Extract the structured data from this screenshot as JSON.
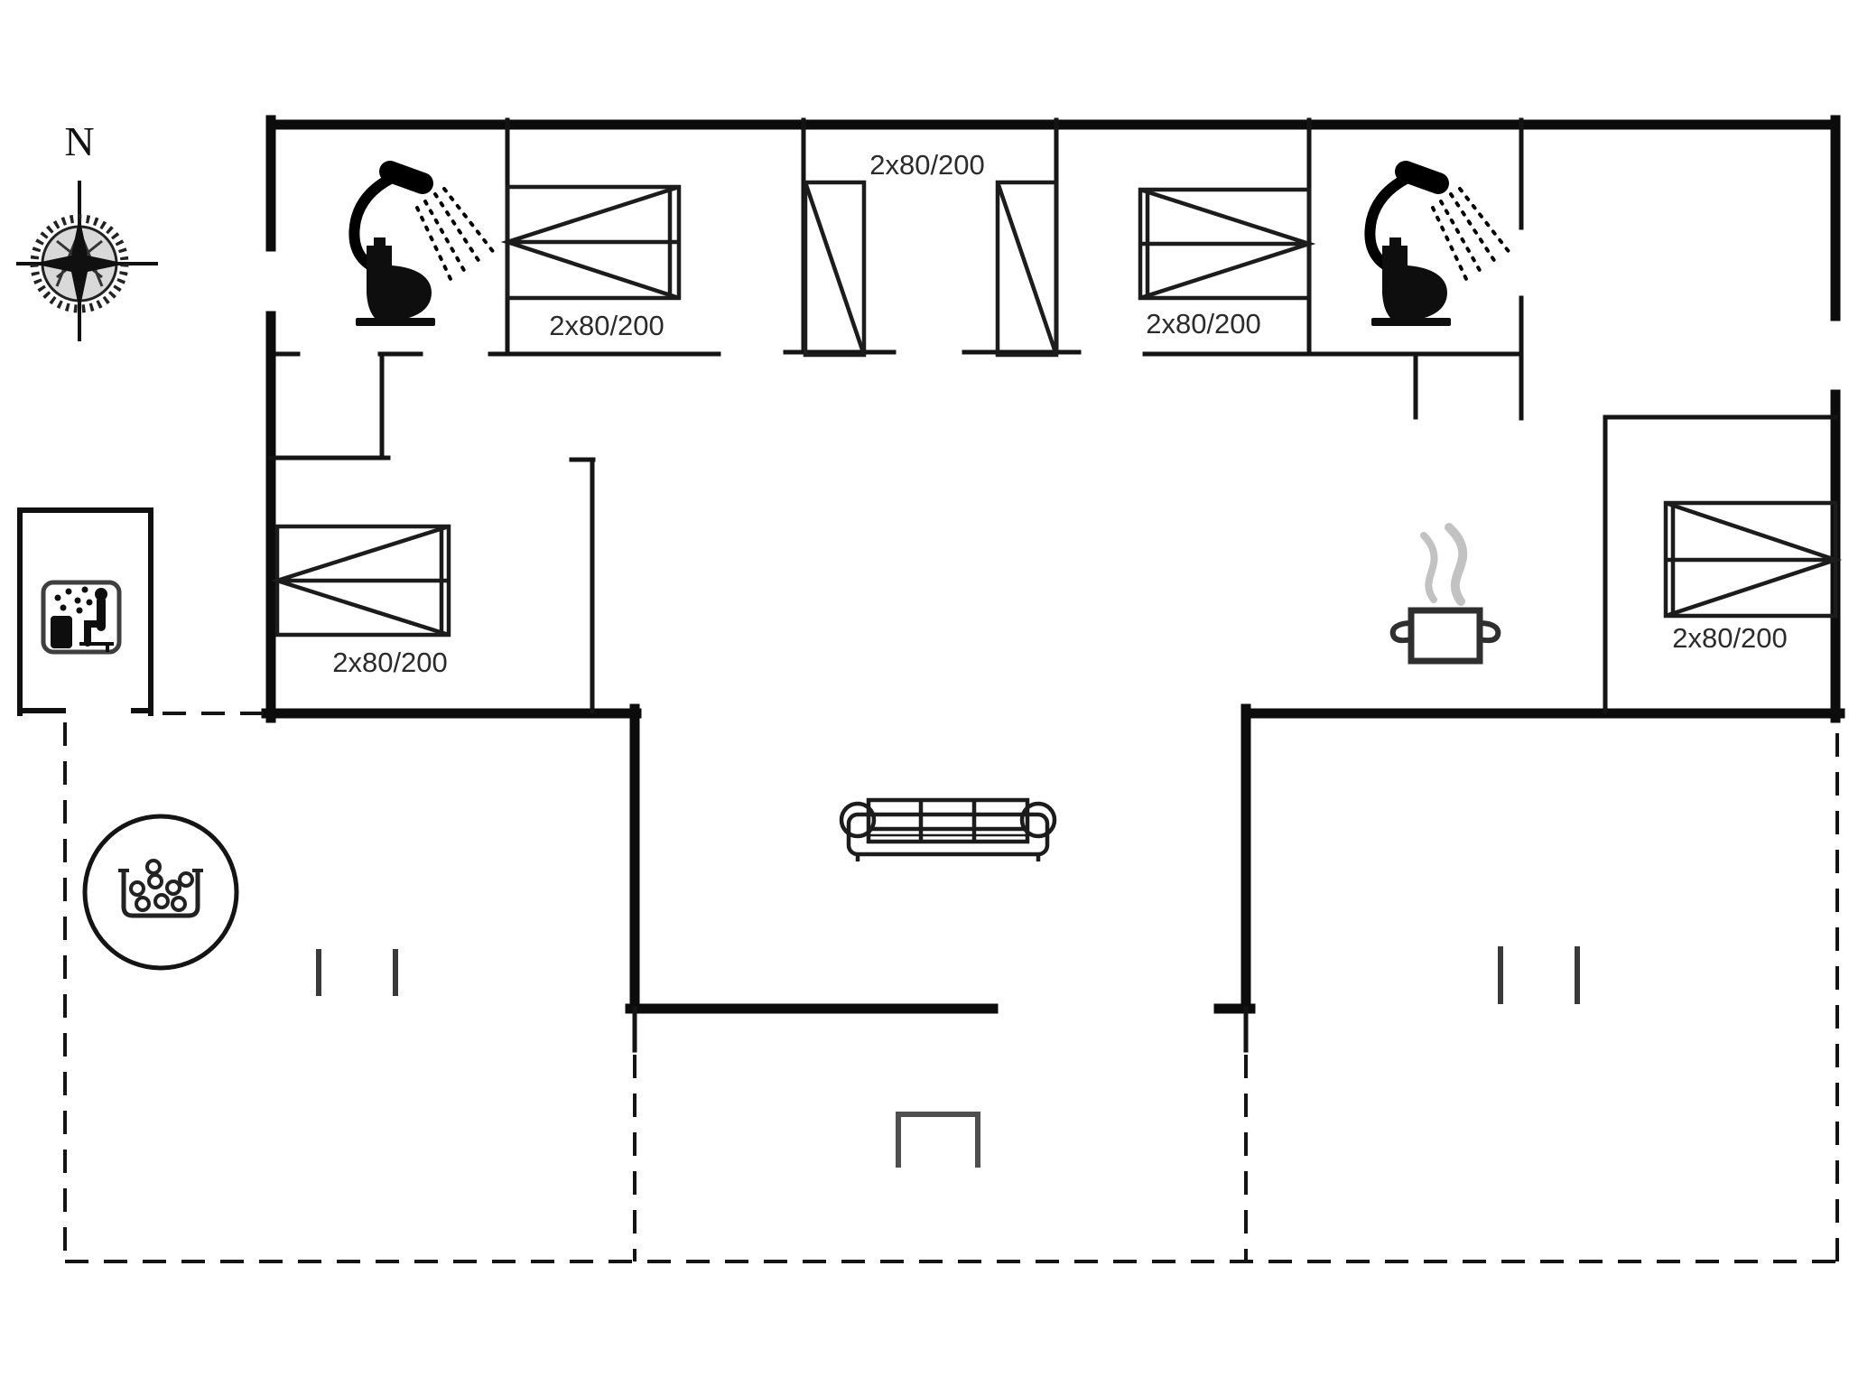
{
  "plan": {
    "compass_label": "N",
    "beds": [
      {
        "room": "bedroom-top-left",
        "label": "2x80/200"
      },
      {
        "room": "bedroom-top-middle",
        "label": "2x80/200"
      },
      {
        "room": "bedroom-top-right",
        "label": "2x80/200"
      },
      {
        "room": "bedroom-left",
        "label": "2x80/200"
      },
      {
        "room": "bedroom-right",
        "label": "2x80/200"
      }
    ],
    "icons": [
      "compass-rose-icon",
      "shower-icon",
      "toilet-icon",
      "shower-icon",
      "toilet-icon",
      "cooking-pot-icon",
      "sofa-icon",
      "hot-tub-icon",
      "sauna-icon",
      "terrace-steps-icon",
      "pergola-post-icon"
    ],
    "colors": {
      "wall": "#0c0c0c",
      "label": "#2b2b2b",
      "steam_gray": "#c2c2c2",
      "steps_gray": "#4f4f4f",
      "background": "#ffffff"
    }
  }
}
